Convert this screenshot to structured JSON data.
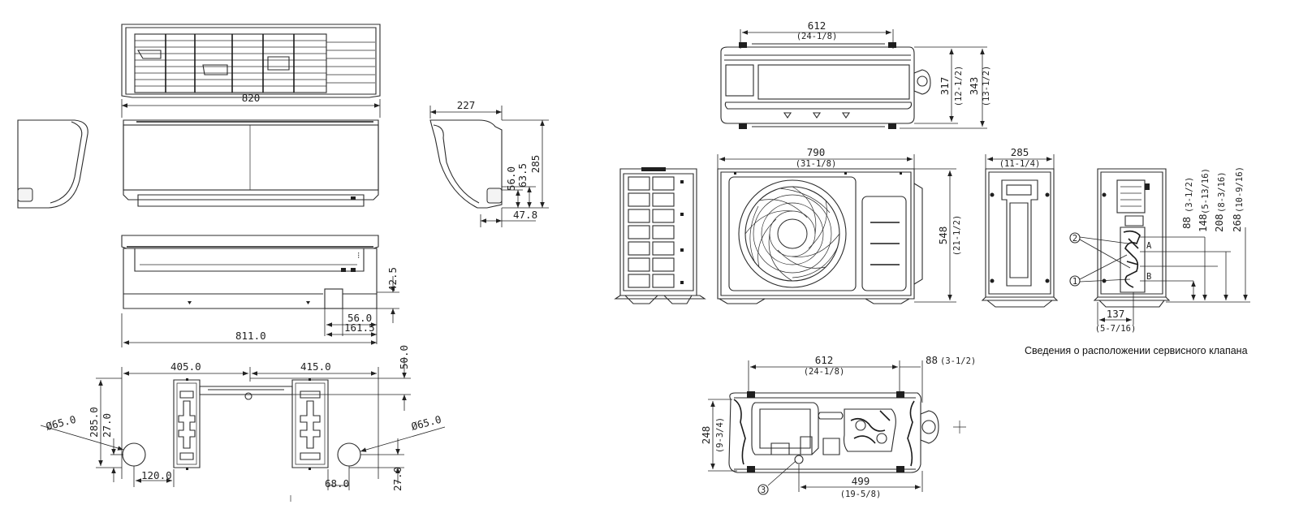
{
  "caption": "Сведения о расположении сервисного клапана",
  "indoor": {
    "width": "820",
    "side_depth": "227",
    "height_285": "285",
    "dim_63_5": "63.5",
    "dim_56_0": "56.0",
    "dim_47_8": "47.8",
    "dim_42_5": "42.5",
    "dim_56_0_bottom": "56.0",
    "dim_161_5": "161.5",
    "dim_811_0": "811.0",
    "plate_405_0": "405.0",
    "plate_415_0": "415.0",
    "plate_50_0": "50.0",
    "plate_285_0": "285.0",
    "plate_27_0_left": "27.0",
    "plate_27_0_right": "27.0",
    "hole_left": "Ø65.0",
    "hole_right": "Ø65.0",
    "plate_120_0": "120.0",
    "plate_68_0": "68.0"
  },
  "outdoor": {
    "top_612": "612",
    "top_612_in": "(24-1/8)",
    "top_317": "317",
    "top_317_in": "(12-1/2)",
    "top_343": "343",
    "top_343_in": "(13-1/2)",
    "front_790": "790",
    "front_790_in": "(31-1/8)",
    "front_548": "548",
    "front_548_in": "(21-1/2)",
    "side_285": "285",
    "side_285_in": "(11-1/4)",
    "v_88": "88",
    "v_88_in": "(3-1/2)",
    "v_148": "148",
    "v_148_in": "(5-13/16)",
    "v_208": "208",
    "v_208_in": "(8-3/16)",
    "v_268": "268",
    "v_268_in": "(10-9/16)",
    "v_137": "137",
    "v_137_in": "(5-7/16)",
    "mark_2": "2",
    "mark_1": "1",
    "mark_a": "A",
    "mark_b": "B",
    "bottom_612": "612",
    "bottom_612_in": "(24-1/8)",
    "bottom_88": "88",
    "bottom_88_in": "(3-1/2)",
    "bottom_248": "248",
    "bottom_248_in": "(9-3/4)",
    "bottom_499": "499",
    "bottom_499_in": "(19-5/8)",
    "mark_3": "3"
  }
}
